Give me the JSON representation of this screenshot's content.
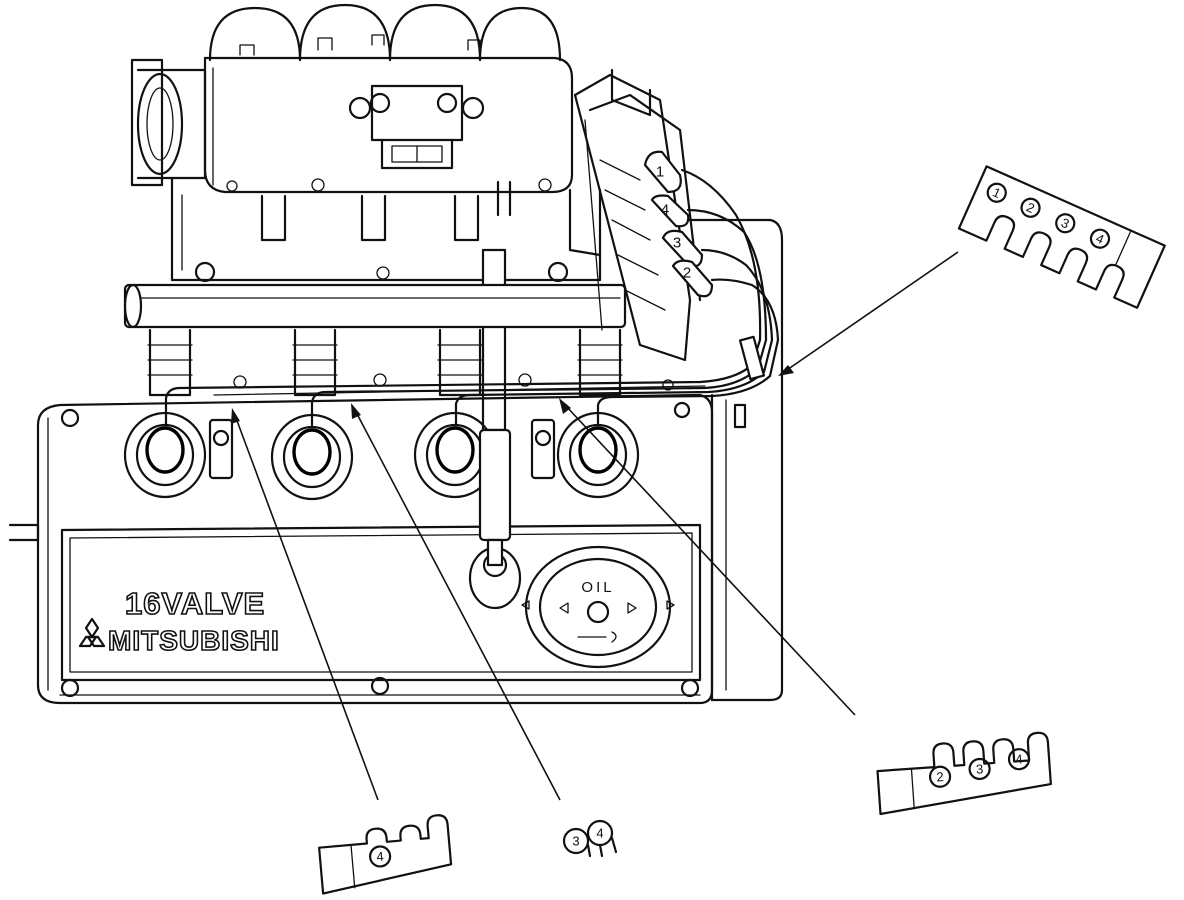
{
  "engine": {
    "cover_line1": "16VALVE",
    "cover_line2": "MITSUBISHI",
    "oil_cap_label": "OIL",
    "coil_terminals": [
      "1",
      "4",
      "3",
      "2"
    ]
  },
  "holders": {
    "holder_top_right": [
      "1",
      "2",
      "3",
      "4"
    ],
    "holder_bottom_right": [
      "2",
      "3",
      "4"
    ],
    "holder_bottom_left": [
      "4"
    ],
    "clip_bottom_center": [
      "3",
      "4"
    ]
  }
}
